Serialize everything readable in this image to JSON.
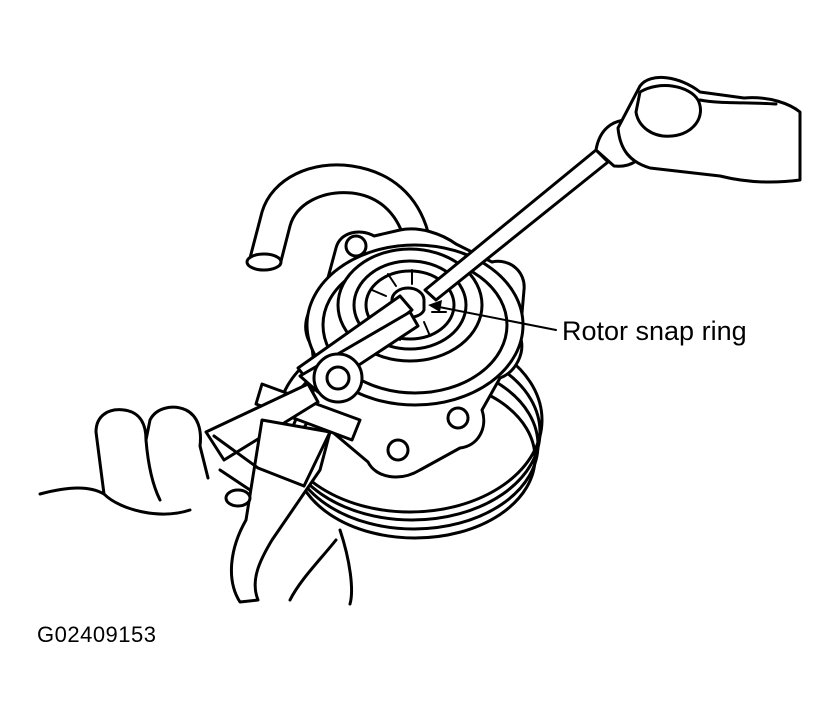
{
  "diagram": {
    "callouts": [
      {
        "id": "rotor-snap-ring",
        "label": "Rotor snap ring"
      }
    ],
    "figure_code": "G02409153"
  },
  "colors": {
    "line": "#000000",
    "background": "#ffffff"
  }
}
